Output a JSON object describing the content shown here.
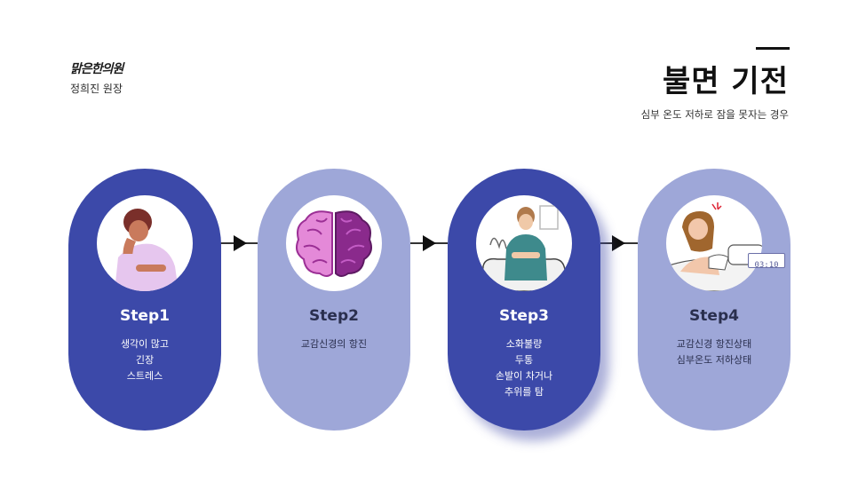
{
  "header": {
    "logo_text": "맑은한의원",
    "doctor_name": "정희진 원장",
    "title": "불면 기전",
    "subtitle": "심부 온도 저하로 잠을 못자는 경우"
  },
  "colors": {
    "dark_pill": "#3c49a9",
    "light_pill": "#9ea7d8"
  },
  "steps": [
    {
      "label": "Step1",
      "icon": "stressed-person-icon",
      "lines": [
        "생각이 많고",
        "긴장",
        "스트레스"
      ]
    },
    {
      "label": "Step2",
      "icon": "brain-icon",
      "lines": [
        "교감신경의 항진"
      ]
    },
    {
      "label": "Step3",
      "icon": "stomach-ache-person-icon",
      "lines": [
        "소화불량",
        "두통",
        "손발이 차거나",
        "추위를 탐"
      ]
    },
    {
      "label": "Step4",
      "icon": "sleepless-person-icon",
      "lines": [
        "교감신경 항진상태",
        "심부온도 저하상태"
      ]
    }
  ],
  "clock_text": "03:10"
}
